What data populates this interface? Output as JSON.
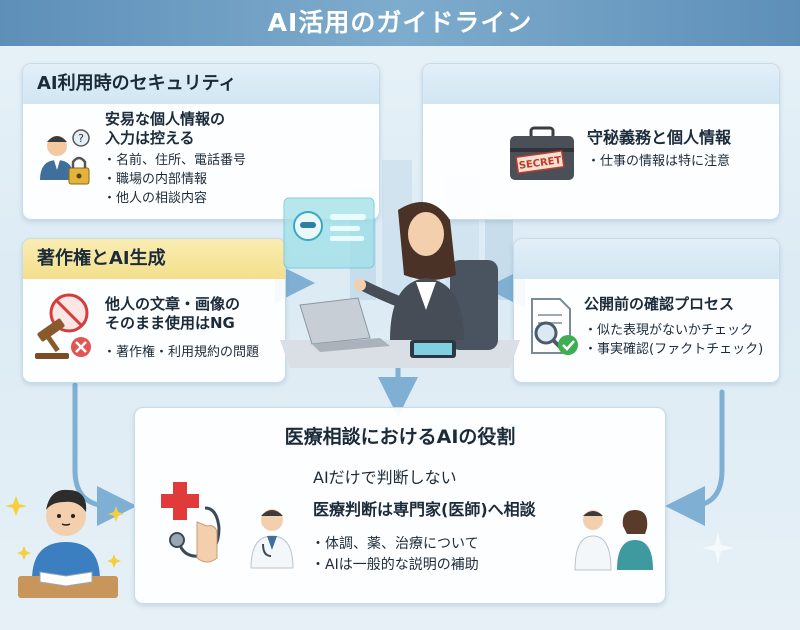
{
  "title": "AI活用のガイドライン",
  "security": {
    "heading": "AI利用時のセキュリティ",
    "subheading_line1": "安易な個人情報の",
    "subheading_line2": "入力は控える",
    "items": [
      "名前、住所、電話番号",
      "職場の内部情報",
      "他人の相談内容"
    ]
  },
  "confidentiality": {
    "heading": "守秘義務と個人情報",
    "badge": "SECRET",
    "items": [
      "仕事の情報は特に注意"
    ]
  },
  "copyright": {
    "heading": "著作権とAI生成",
    "subheading_line1": "他人の文章・画像の",
    "subheading_line2": "そのまま使用はNG",
    "items": [
      "著作権・利用規約の問題"
    ]
  },
  "review": {
    "heading": "公開前の確認プロセス",
    "items": [
      "似た表現がないかチェック",
      "事実確認(ファクトチェック)"
    ]
  },
  "medical": {
    "heading": "医療相談におけるAIの役割",
    "line1": "AIだけで判断しない",
    "line2": "医療判断は専門家(医師)へ相談",
    "items": [
      "体調、薬、治療について",
      "AIは一般的な説明の補助"
    ]
  },
  "colors": {
    "banner": "#6a9cc4",
    "card_header": "#dcebf4",
    "copyright_header": "#f6e49a",
    "arrow": "#7fb0d4",
    "medical_cross": "#e03a3a"
  }
}
